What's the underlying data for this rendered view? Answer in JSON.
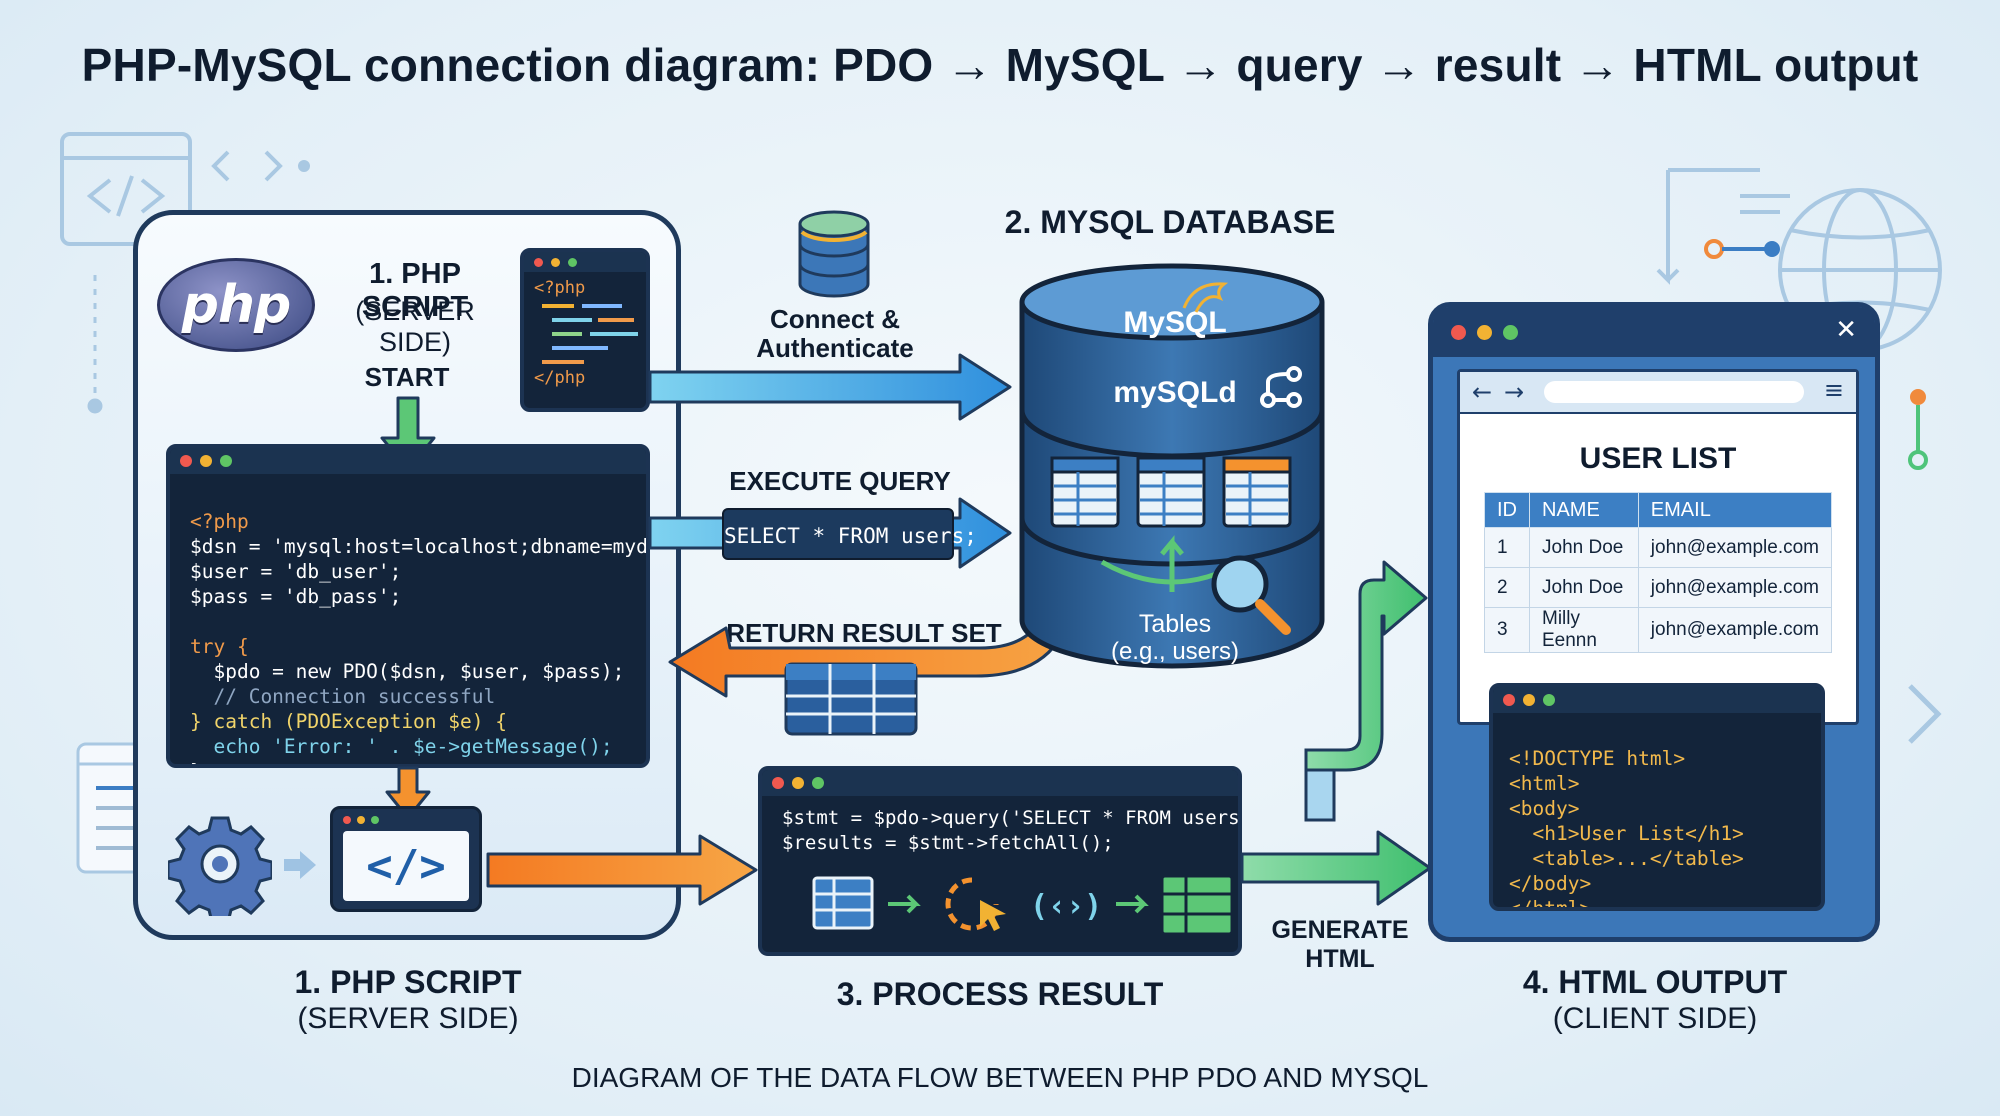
{
  "title": "PHP-MySQL connection diagram: PDO → MySQL → query → result → HTML output",
  "caption": "DIAGRAM OF THE DATA FLOW BETWEEN PHP PDO AND MYSQL",
  "colors": {
    "dark_navy": "#13243a",
    "arrow_blue": "#3aa7e8",
    "arrow_orange": "#f4922e",
    "arrow_green": "#4ec47a",
    "php_purple": "#6a72aa"
  },
  "php_section": {
    "logo_text": "php",
    "heading": "1. PHP SCRIPT",
    "subheading": "(SERVER SIDE)",
    "start_label": "START",
    "snippet": {
      "open": "<?php",
      "close": "</php"
    },
    "code_lines": [
      "<?php",
      "$dsn = 'mysql:host=localhost;dbname=mydb';",
      "$user = 'db_user';",
      "$pass = 'db_pass';",
      "",
      "try {",
      "  $pdo = new PDO($dsn, $user, $pass);",
      "  // Connection successful",
      "} catch (PDOException $e) {",
      "  echo 'Error: ' . $e->getMessage();",
      "}"
    ],
    "footer_heading": "1. PHP SCRIPT",
    "footer_subheading": "(SERVER SIDE)",
    "code_icon": "</>"
  },
  "connect_label_line1": "Connect &",
  "connect_label_line2": "Authenticate",
  "execute_label": "EXECUTE QUERY",
  "query_text": "SELECT * FROM users;",
  "return_label": "RETURN RESULT SET",
  "database": {
    "heading": "2. MYSQL DATABASE",
    "logo": "MySQL",
    "daemon": "mySQLd",
    "tables_line1": "Tables",
    "tables_line2": "(e.g., users)"
  },
  "process": {
    "heading": "3. PROCESS RESULT",
    "code_line1": "$stmt = $pdo->query('SELECT * FROM users');",
    "code_line2": "$results = $stmt->fetchAll();"
  },
  "generate_label_line1": "GENERATE",
  "generate_label_line2": "HTML",
  "html_output": {
    "heading": "4. HTML OUTPUT",
    "subheading": "(CLIENT SIDE)",
    "page_title": "USER LIST",
    "columns": [
      "ID",
      "NAME",
      "EMAIL"
    ],
    "rows": [
      [
        "1",
        "John Doe",
        "john@example.com"
      ],
      [
        "2",
        "John Doe",
        "john@example.com"
      ],
      [
        "3",
        "Milly Eennn",
        "john@example.com"
      ]
    ],
    "close_glyph": "✕",
    "html_lines": [
      "<!DOCTYPE html>",
      "<html>",
      "<body>",
      "  <h1>User List</h1>",
      "  <table>...</table>",
      "</body>",
      "</html>"
    ]
  }
}
